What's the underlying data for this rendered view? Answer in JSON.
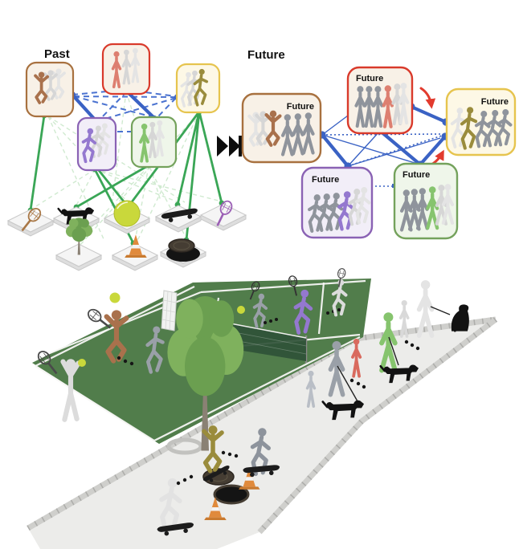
{
  "colors": {
    "text": "#111111",
    "brown_border": "#a8713f",
    "brown_fig": "#a9714c",
    "red_border": "#d93a2b",
    "red_fig": "#dd7f70",
    "yellow_border": "#e6c44e",
    "yellow_fig": "#9a8c3c",
    "purple_border": "#8a62b4",
    "purple_fig": "#9478cf",
    "green_border": "#74a25c",
    "green_fig": "#86c46e",
    "node_bg_warm": "#f8f1e7",
    "node_bg_yellow": "#fdf8e6",
    "node_bg_purple": "#f2eef8",
    "node_bg_green": "#eff6ea",
    "edge_blue": "#3a62c4",
    "edge_blue_dash": "#4a72d0",
    "edge_green": "#3aa656",
    "edge_green_faint": "#a9d8a9",
    "arrow_red": "#e23b2e",
    "ghost": "#d6d6d6",
    "ghost2": "#e4e4e4",
    "crowd_gray": "#8f949c",
    "white_fig": "#dcdcdc",
    "court_green": "#517d4b",
    "line_white": "#f5f5f3",
    "net_dark": "#2f5137",
    "path_gray": "#ececea",
    "curb_gray": "#cfcfcc",
    "curb_tick": "#a4a4a1",
    "dog_black": "#121212",
    "ball_yellow": "#c9d83b",
    "cone_orange": "#e08a3c",
    "cone_dark": "#c97a2f",
    "board_black": "#1c1c1c",
    "tile_top": "#f5f5f5",
    "tile_side": "#dedede",
    "tile_edge": "#c8c8c8",
    "tree_green": "#6b9f50",
    "tree_green2": "#7fb15d",
    "trunk": "#8a8174",
    "manhole_dark": "#141414",
    "manhole_cover": "#453d33"
  },
  "past_graph": {
    "label": "Past",
    "nodes": [
      {
        "id": "brown"
      },
      {
        "id": "red"
      },
      {
        "id": "yellow"
      },
      {
        "id": "purple"
      },
      {
        "id": "green"
      }
    ],
    "objects": [
      "tennis-racket",
      "dog",
      "tennis-ball",
      "skateboard",
      "purple-tennis-racket",
      "tree",
      "traffic-cone",
      "manhole-cover"
    ]
  },
  "transition": {
    "icon": "fast-forward"
  },
  "future_graph": {
    "label": "Future",
    "nodes": [
      {
        "id": "brown",
        "label": "Future"
      },
      {
        "id": "red",
        "label": "Future"
      },
      {
        "id": "yellow",
        "label": "Future"
      },
      {
        "id": "purple",
        "label": "Future"
      },
      {
        "id": "green",
        "label": "Future"
      }
    ]
  },
  "scene": {
    "elements": [
      "tennis-courts",
      "tennis-nets",
      "tennis-players",
      "tennis-balls",
      "tree",
      "sidewalk",
      "dog-walkers",
      "dogs",
      "skateboarders",
      "traffic-cones",
      "open-manhole",
      "motion-trails"
    ]
  }
}
